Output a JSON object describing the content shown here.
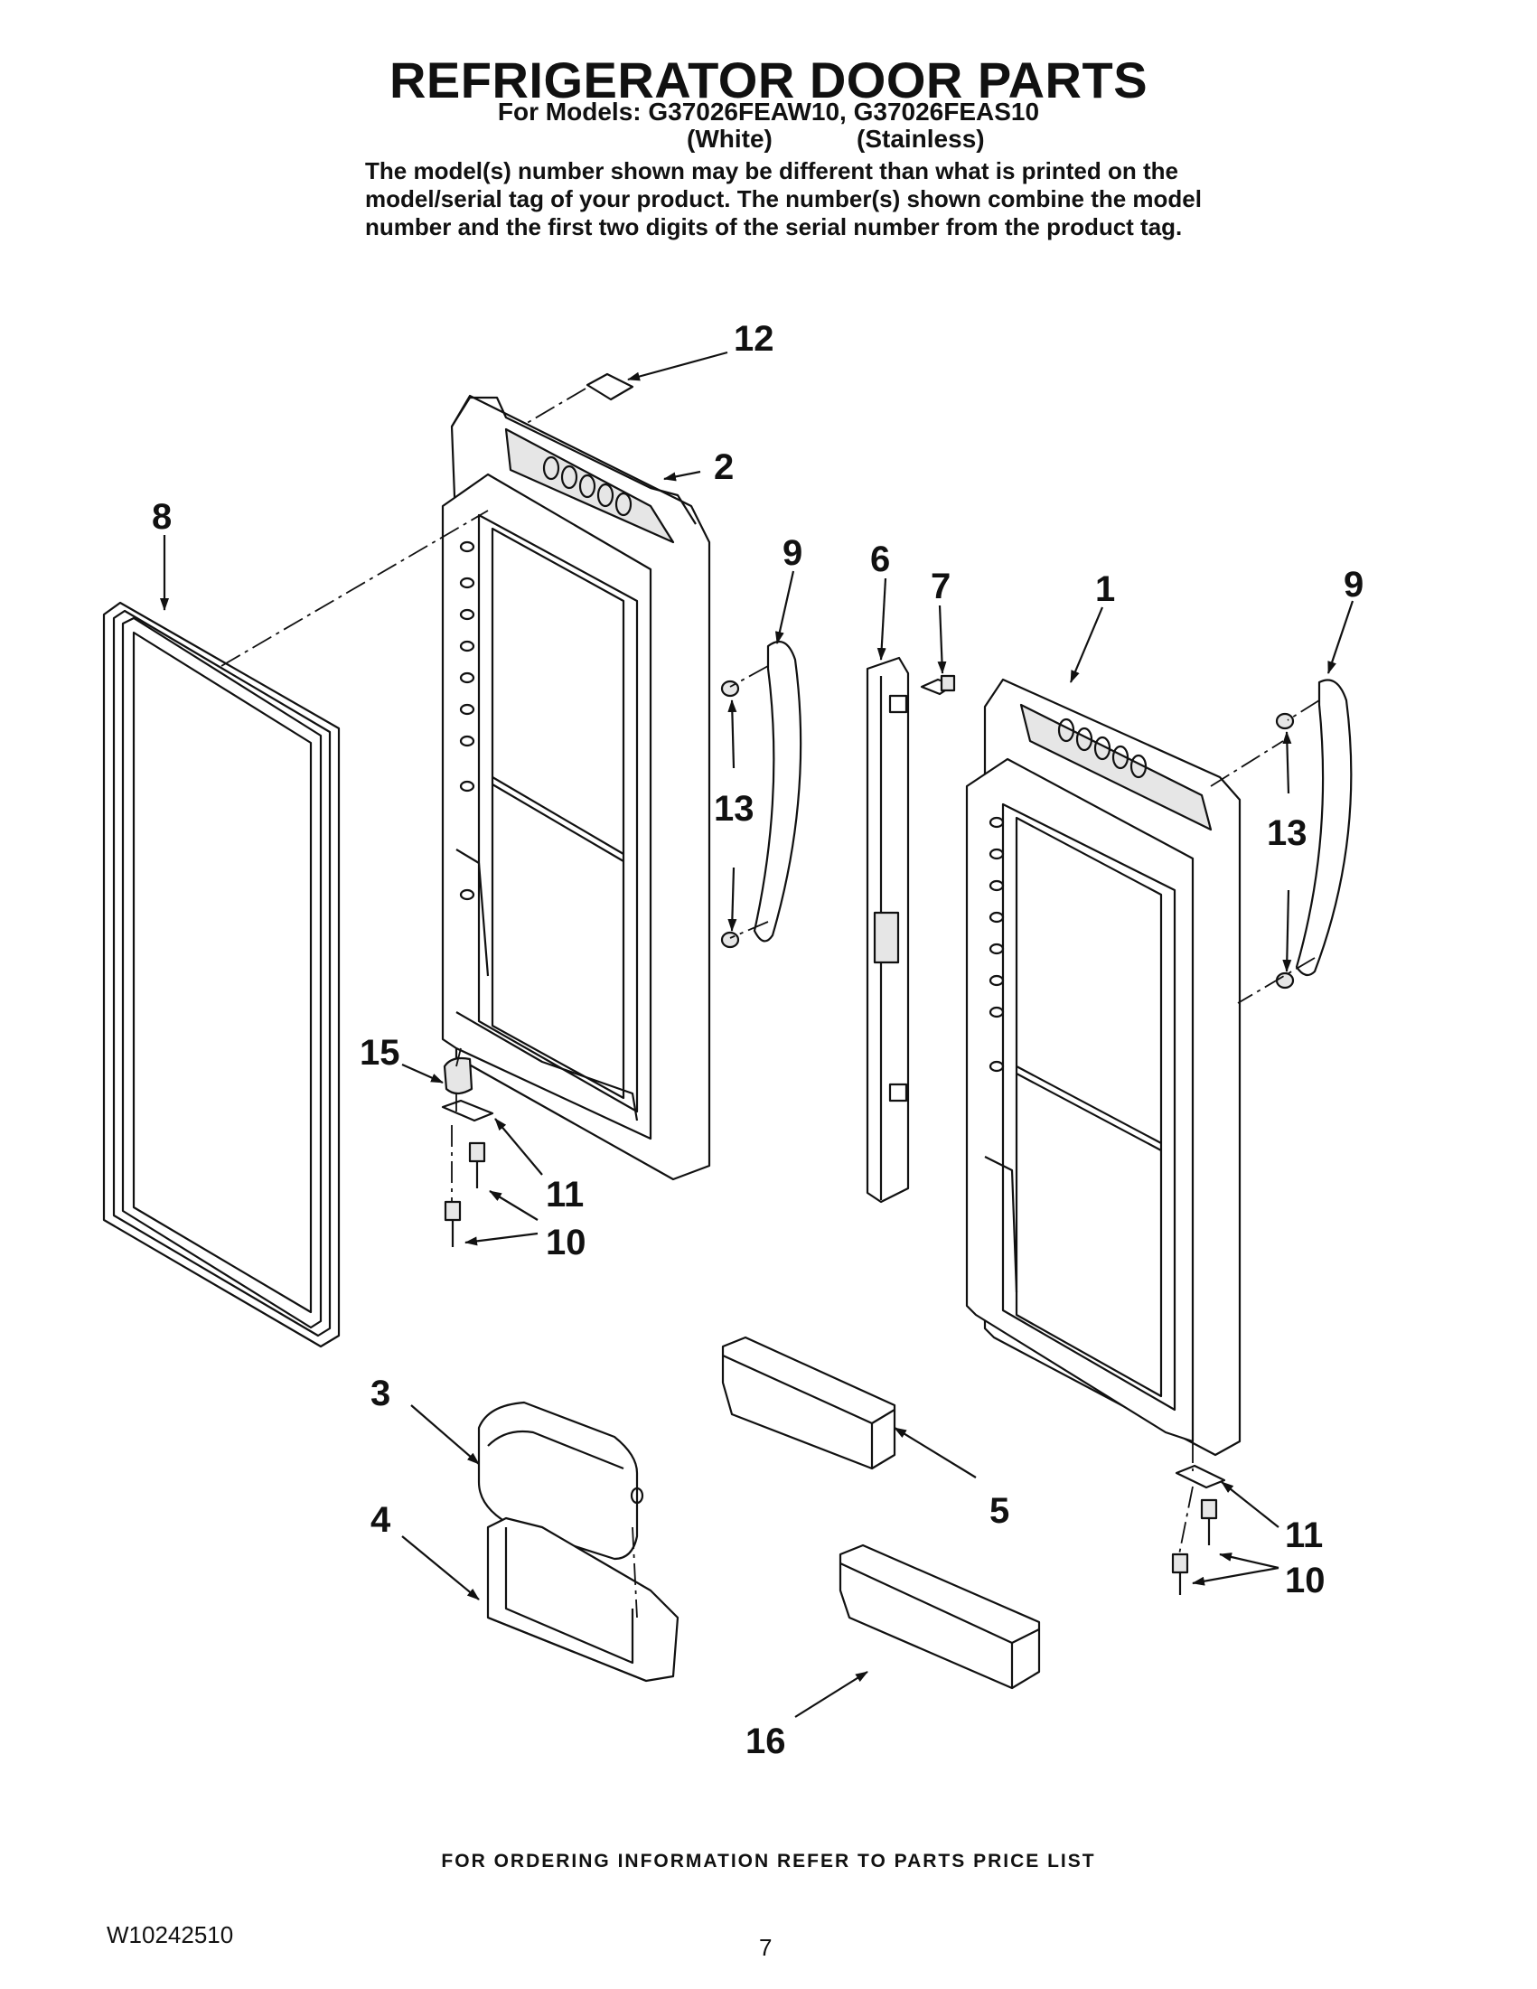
{
  "header": {
    "title": "REFRIGERATOR DOOR PARTS",
    "models_line": "For Models: G37026FEAW10, G37026FEAS10",
    "variant_white": "(White)",
    "variant_stainless": "(Stainless)",
    "note_lines": [
      "The model(s) number shown may be different than what is printed on the",
      "model/serial tag of your product. The number(s) shown combine the model",
      "number and the first two digits of the serial number from the product tag."
    ]
  },
  "callouts": [
    {
      "id": "12",
      "label": "12"
    },
    {
      "id": "2",
      "label": "2"
    },
    {
      "id": "8",
      "label": "8"
    },
    {
      "id": "9a",
      "label": "9"
    },
    {
      "id": "6",
      "label": "6"
    },
    {
      "id": "7",
      "label": "7"
    },
    {
      "id": "1",
      "label": "1"
    },
    {
      "id": "9b",
      "label": "9"
    },
    {
      "id": "13a",
      "label": "13"
    },
    {
      "id": "13b",
      "label": "13"
    },
    {
      "id": "15",
      "label": "15"
    },
    {
      "id": "11a",
      "label": "11"
    },
    {
      "id": "10a",
      "label": "10"
    },
    {
      "id": "3",
      "label": "3"
    },
    {
      "id": "4",
      "label": "4"
    },
    {
      "id": "5",
      "label": "5"
    },
    {
      "id": "11b",
      "label": "11"
    },
    {
      "id": "10b",
      "label": "10"
    },
    {
      "id": "16",
      "label": "16"
    }
  ],
  "footer": {
    "ordering": "FOR ORDERING INFORMATION REFER TO PARTS PRICE LIST",
    "doc_number": "W10242510",
    "page_number": "7"
  },
  "colors": {
    "ink": "#111111",
    "fill": "#ffffff",
    "shade": "#e6e6e6"
  }
}
